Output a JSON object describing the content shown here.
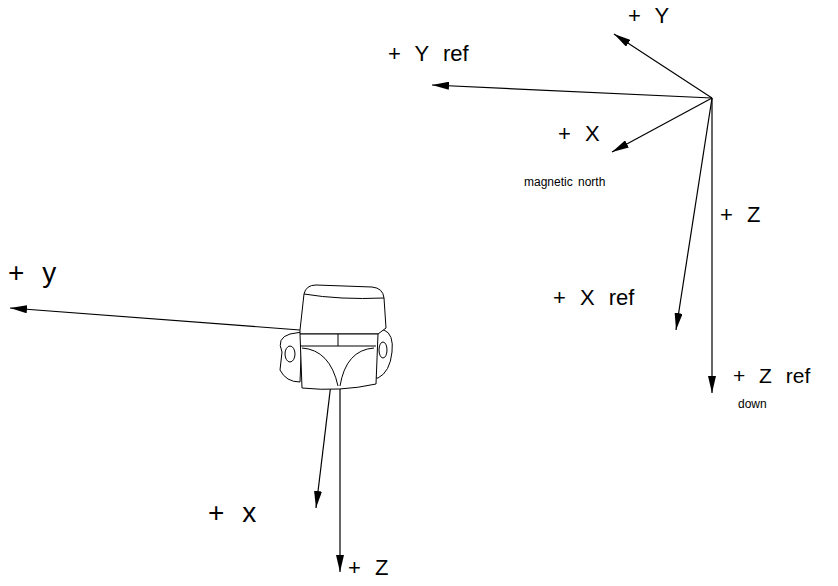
{
  "diagram": {
    "labels": [
      "+ Y",
      "+ Y ref",
      "+ X",
      "magnetic north",
      "+ Z",
      "+ X ref",
      "+ Z ref",
      "down",
      "+ y",
      "+ x",
      "+ Z"
    ]
  }
}
